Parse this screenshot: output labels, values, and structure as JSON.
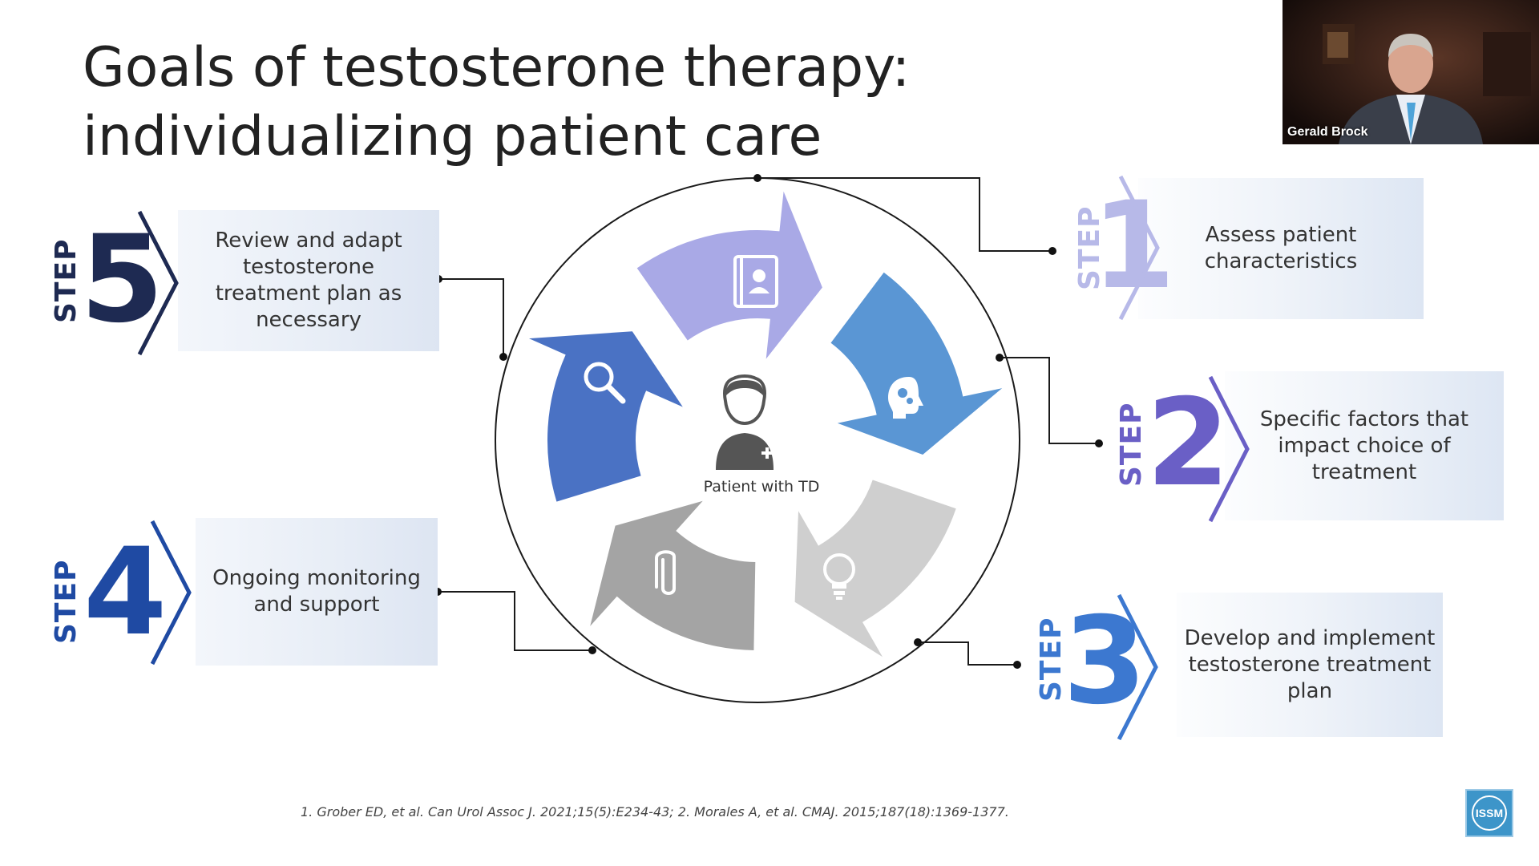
{
  "slide": {
    "title": "Goals of testosterone therapy: individualizing patient care",
    "center_label": "Patient with TD",
    "citation": "1. Grober ED, et al. Can Urol Assoc J. 2021;15(5):E234-43; 2. Morales A, et al. CMAJ. 2015;187(18):1369-1377.",
    "step_word": "STEP",
    "steps": [
      {
        "number": "1",
        "text": "Assess patient characteristics",
        "color": "#aeb0e4"
      },
      {
        "number": "2",
        "text": "Specific factors that impact choice of treatment",
        "color": "#6a5fc6"
      },
      {
        "number": "3",
        "text": "Develop and implement testosterone treatment plan",
        "color": "#3c78d0"
      },
      {
        "number": "4",
        "text": "Ongoing monitoring and support",
        "color": "#1f4aa3"
      },
      {
        "number": "5",
        "text": "Review and adapt testosterone treatment plan as necessary",
        "color": "#1e2a52"
      }
    ],
    "cycle_icons": [
      "contact-card-icon",
      "head-gears-icon",
      "lightbulb-icon",
      "paperclip-icon",
      "magnifier-icon"
    ],
    "cycle_colors": [
      "#a9a9e6",
      "#5a96d4",
      "#cfcfcf",
      "#a4a4a4",
      "#4a72c4"
    ]
  },
  "video": {
    "presenter_name": "Gerald Brock"
  },
  "logo": {
    "text": "ISSM"
  }
}
